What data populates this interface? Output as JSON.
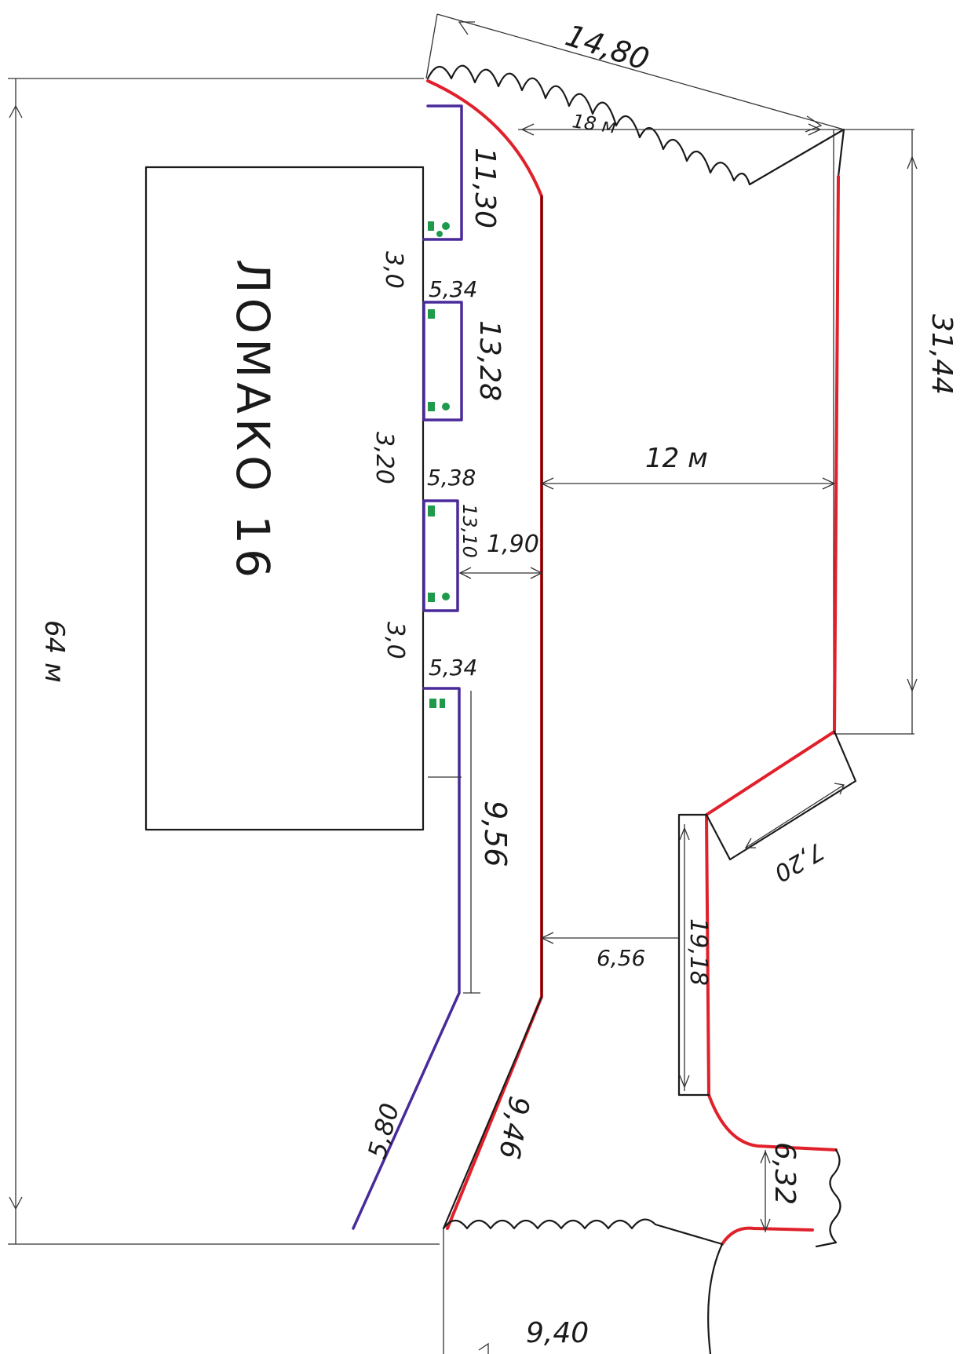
{
  "building": {
    "label": "ЛОМАКО 16"
  },
  "dimensions": {
    "total_length": "64 м",
    "top_edge": "14,80",
    "road_width_top": "18 м",
    "right_height": "31,44",
    "road_width_mid": "12 м",
    "gap_width": "1,90",
    "spur_width": "7,20",
    "inner_height": "19,18",
    "lower_width": "6,56",
    "diag_red": "9,46",
    "diag_blue": "5,80",
    "lower_strip": "9,56",
    "bottom_height": "6,32",
    "bottom_width": "9,40"
  },
  "bays": [
    {
      "length": "11,30",
      "gap": "3,0",
      "width": "5,34"
    },
    {
      "length": "13,28",
      "gap": "3,20",
      "width": "5,38"
    },
    {
      "length": "13,10",
      "gap": "3,0",
      "width": "5,34"
    }
  ],
  "colors": {
    "fire_lane": "#e0202a",
    "parking": "#4a2a9a",
    "marker": "#1f9a4a",
    "ink": "#1a1a1a"
  }
}
